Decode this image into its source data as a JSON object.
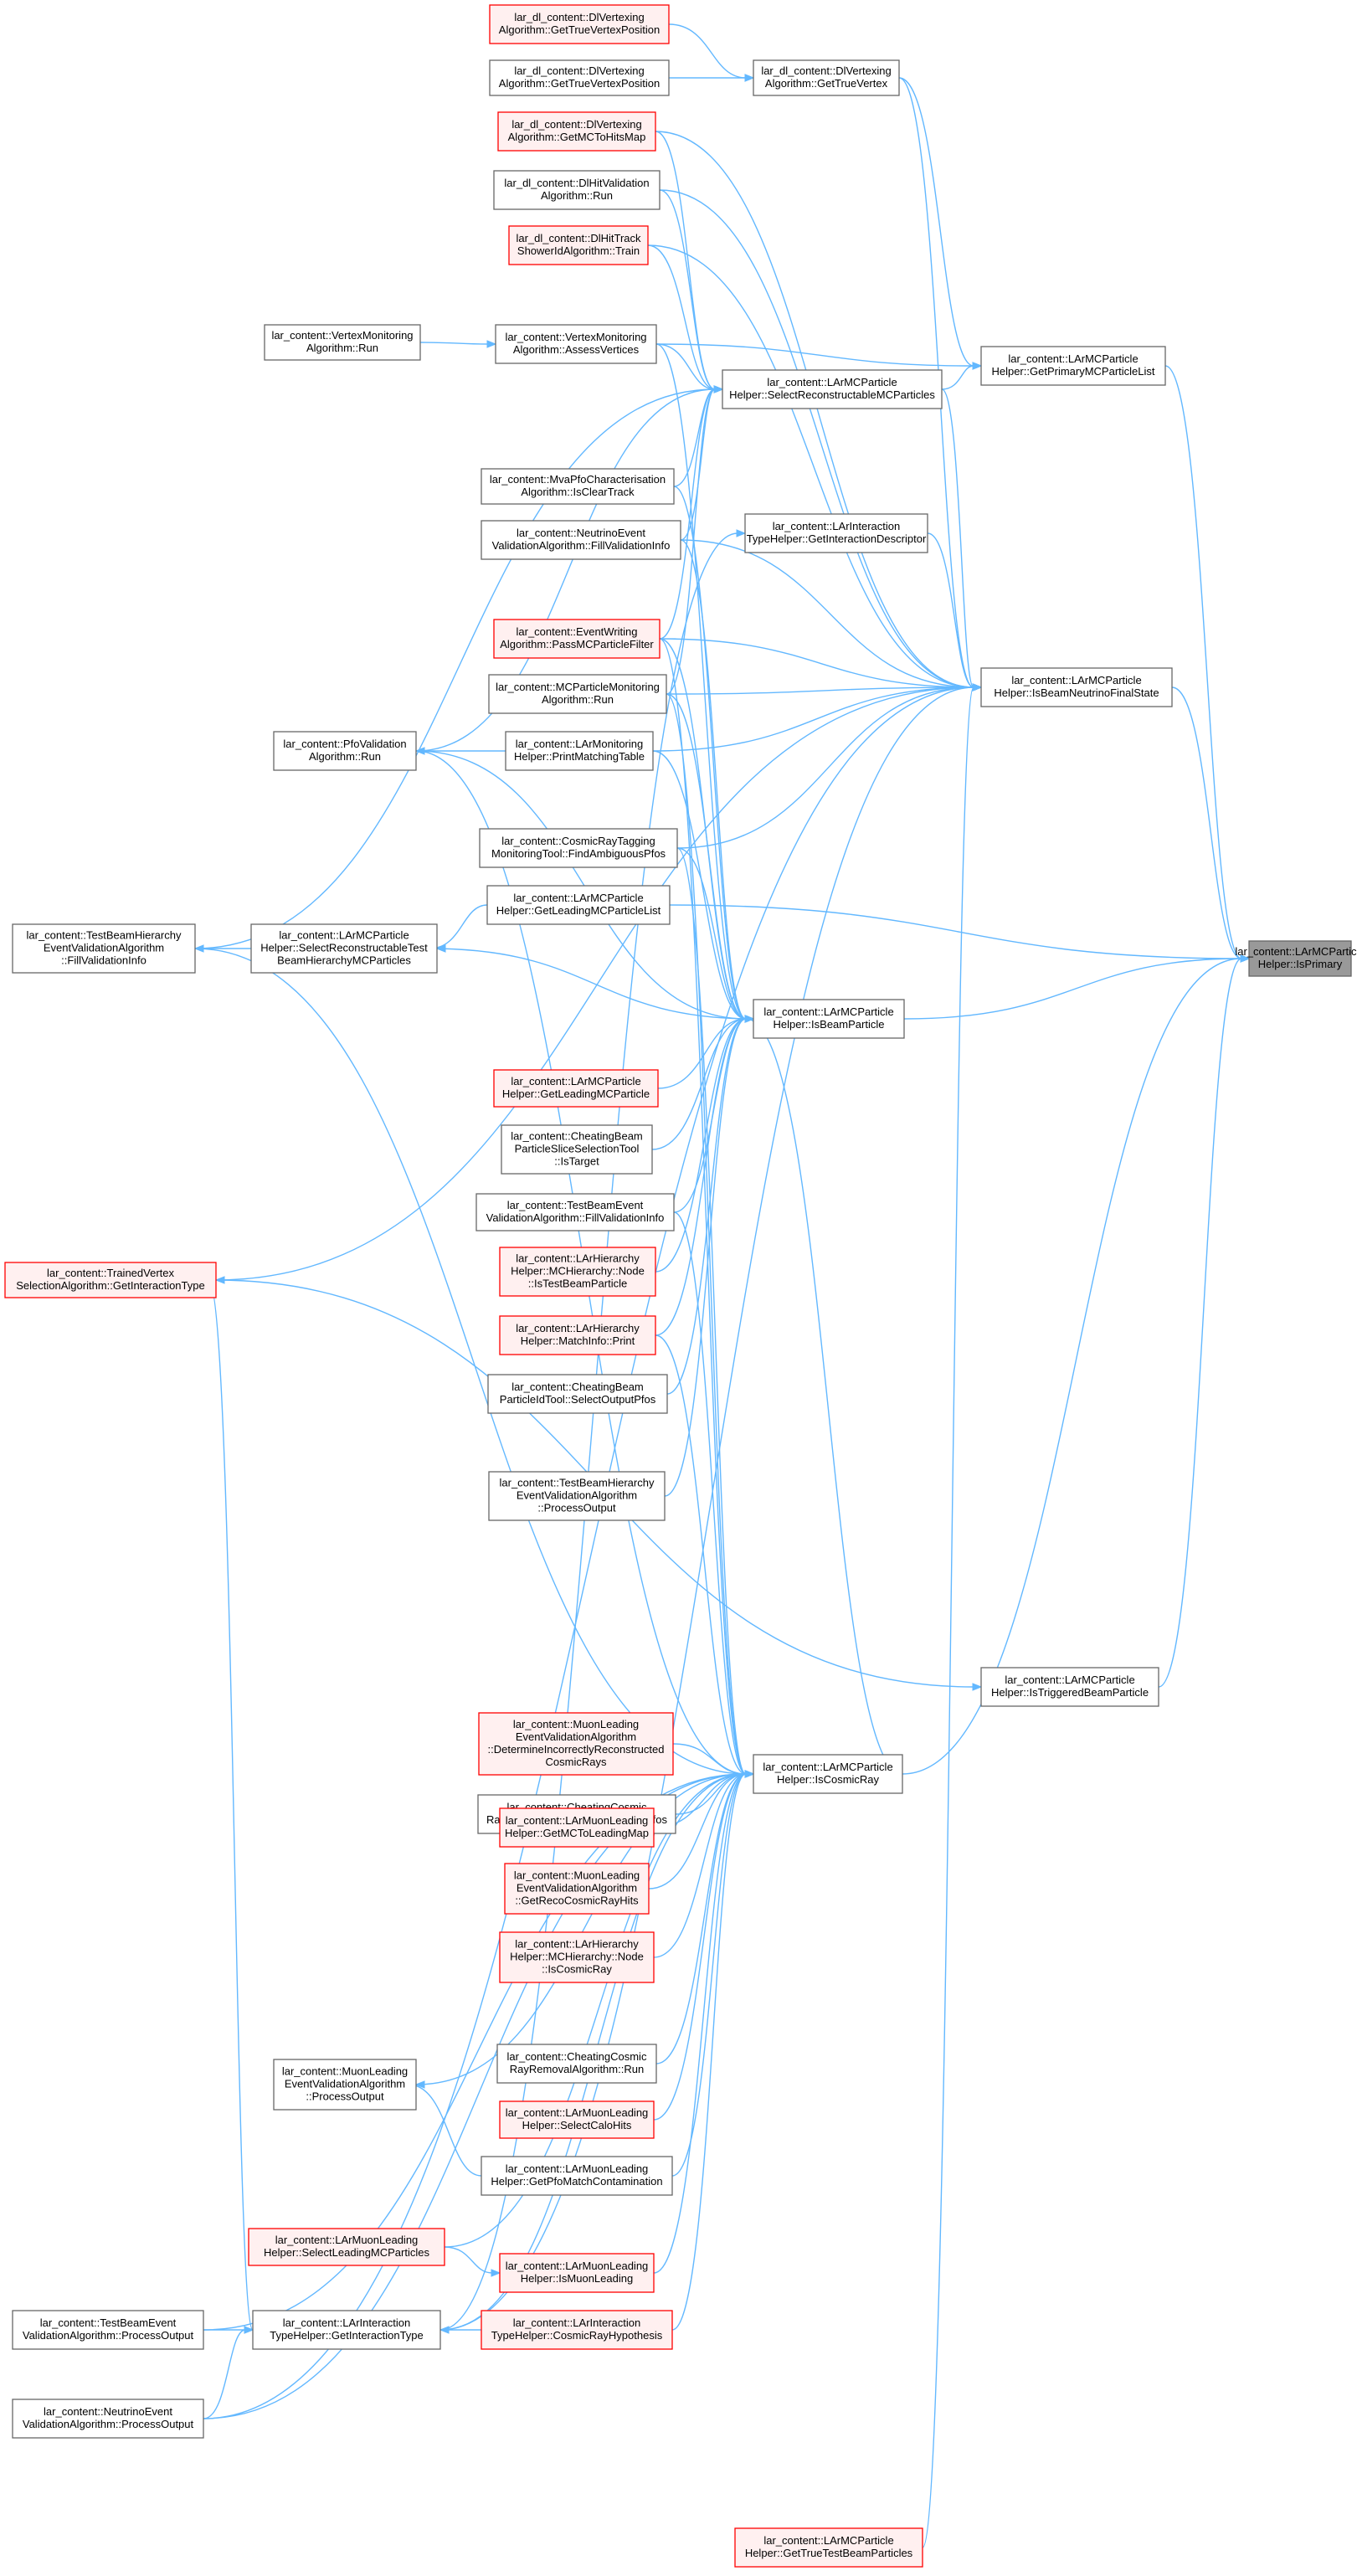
{
  "diagram": {
    "type": "call-graph",
    "colors": {
      "edge": "#63b8ff",
      "node_border": "#666666",
      "highlight_border": "#ff0000",
      "highlight_fill": "#fff0f0",
      "current_fill": "#999999"
    },
    "nodes": [
      {
        "id": "n1",
        "lines": [
          "lar_dl_content::DlVertexing",
          "Algorithm::GetTrueVertexPosition"
        ],
        "style": "red"
      },
      {
        "id": "n2",
        "lines": [
          "lar_dl_content::DlVertexing",
          "Algorithm::GetTrueVertexPosition"
        ],
        "style": "normal"
      },
      {
        "id": "n3",
        "lines": [
          "lar_dl_content::DlVertexing",
          "Algorithm::GetTrueVertex"
        ],
        "style": "normal"
      },
      {
        "id": "n4",
        "lines": [
          "lar_dl_content::DlVertexing",
          "Algorithm::GetMCToHitsMap"
        ],
        "style": "red"
      },
      {
        "id": "n5",
        "lines": [
          "lar_dl_content::DlHitValidation",
          "Algorithm::Run"
        ],
        "style": "normal"
      },
      {
        "id": "n6",
        "lines": [
          "lar_dl_content::DlHitTrack",
          "ShowerIdAlgorithm::Train"
        ],
        "style": "red"
      },
      {
        "id": "n7",
        "lines": [
          "lar_content::VertexMonitoring",
          "Algorithm::Run"
        ],
        "style": "normal"
      },
      {
        "id": "n8",
        "lines": [
          "lar_content::VertexMonitoring",
          "Algorithm::AssessVertices"
        ],
        "style": "normal"
      },
      {
        "id": "n9",
        "lines": [
          "lar_content::LArMCParticle",
          "Helper::GetPrimaryMCParticleList"
        ],
        "style": "normal"
      },
      {
        "id": "n10",
        "lines": [
          "lar_content::LArMCParticle",
          "Helper::SelectReconstructableMCParticles"
        ],
        "style": "normal"
      },
      {
        "id": "n11",
        "lines": [
          "lar_content::MvaPfoCharacterisation",
          "Algorithm::IsClearTrack"
        ],
        "style": "normal"
      },
      {
        "id": "n12",
        "lines": [
          "lar_content::LArInteraction",
          "TypeHelper::GetInteractionDescriptor"
        ],
        "style": "normal"
      },
      {
        "id": "n13",
        "lines": [
          "lar_content::NeutrinoEvent",
          "ValidationAlgorithm::FillValidationInfo"
        ],
        "style": "normal"
      },
      {
        "id": "n14",
        "lines": [
          "lar_content::EventWriting",
          "Algorithm::PassMCParticleFilter"
        ],
        "style": "red"
      },
      {
        "id": "n15",
        "lines": [
          "lar_content::LArMCParticle",
          "Helper::IsBeamNeutrinoFinalState"
        ],
        "style": "normal"
      },
      {
        "id": "n16",
        "lines": [
          "lar_content::MCParticleMonitoring",
          "Algorithm::Run"
        ],
        "style": "normal"
      },
      {
        "id": "n17",
        "lines": [
          "lar_content::PfoValidation",
          "Algorithm::Run"
        ],
        "style": "normal"
      },
      {
        "id": "n18",
        "lines": [
          "lar_content::LArMonitoring",
          "Helper::PrintMatchingTable"
        ],
        "style": "normal"
      },
      {
        "id": "n19",
        "lines": [
          "lar_content::CosmicRayTagging",
          "MonitoringTool::FindAmbiguousPfos"
        ],
        "style": "normal"
      },
      {
        "id": "n20",
        "lines": [
          "lar_content::LArMCParticle",
          "Helper::GetLeadingMCParticleList"
        ],
        "style": "normal"
      },
      {
        "id": "n21",
        "lines": [
          "lar_content::TestBeamHierarchy",
          "EventValidationAlgorithm",
          "::FillValidationInfo"
        ],
        "style": "normal"
      },
      {
        "id": "n22",
        "lines": [
          "lar_content::LArMCParticle",
          "Helper::SelectReconstructableTest",
          "BeamHierarchyMCParticles"
        ],
        "style": "normal"
      },
      {
        "id": "n23",
        "lines": [
          "lar_content::LArMCParticle",
          "Helper::IsPrimary"
        ],
        "style": "current"
      },
      {
        "id": "n24",
        "lines": [
          "lar_content::LArMCParticle",
          "Helper::IsBeamParticle"
        ],
        "style": "normal"
      },
      {
        "id": "n25",
        "lines": [
          "lar_content::LArMCParticle",
          "Helper::GetLeadingMCParticle"
        ],
        "style": "red"
      },
      {
        "id": "n26",
        "lines": [
          "lar_content::CheatingBeam",
          "ParticleSliceSelectionTool",
          "::IsTarget"
        ],
        "style": "normal"
      },
      {
        "id": "n27",
        "lines": [
          "lar_content::TestBeamEvent",
          "ValidationAlgorithm::FillValidationInfo"
        ],
        "style": "normal"
      },
      {
        "id": "n28",
        "lines": [
          "lar_content::LArHierarchy",
          "Helper::MCHierarchy::Node",
          "::IsTestBeamParticle"
        ],
        "style": "red"
      },
      {
        "id": "n29",
        "lines": [
          "lar_content::TrainedVertex",
          "SelectionAlgorithm::GetInteractionType"
        ],
        "style": "red"
      },
      {
        "id": "n30",
        "lines": [
          "lar_content::LArHierarchy",
          "Helper::MatchInfo::Print"
        ],
        "style": "red"
      },
      {
        "id": "n31",
        "lines": [
          "lar_content::CheatingBeam",
          "ParticleIdTool::SelectOutputPfos"
        ],
        "style": "normal"
      },
      {
        "id": "n32",
        "lines": [
          "lar_content::TestBeamHierarchy",
          "EventValidationAlgorithm",
          "::ProcessOutput"
        ],
        "style": "normal"
      },
      {
        "id": "n33",
        "lines": [
          "lar_content::LArMCParticle",
          "Helper::IsTriggeredBeamParticle"
        ],
        "style": "normal"
      },
      {
        "id": "n34",
        "lines": [
          "lar_content::MuonLeading",
          "EventValidationAlgorithm",
          "::DetermineIncorrectlyReconstructed",
          "CosmicRays"
        ],
        "style": "red"
      },
      {
        "id": "n35",
        "lines": [
          "lar_content::CheatingCosmic",
          "RayTaggingTool::FindAmbiguousPfos"
        ],
        "style": "normal"
      },
      {
        "id": "n36",
        "lines": [
          "lar_content::LArMCParticle",
          "Helper::IsCosmicRay"
        ],
        "style": "normal"
      },
      {
        "id": "n37",
        "lines": [
          "lar_content::LArMuonLeading",
          "Helper::GetMCToLeadingMap"
        ],
        "style": "red"
      },
      {
        "id": "n38",
        "lines": [
          "lar_content::MuonLeading",
          "EventValidationAlgorithm",
          "::GetRecoCosmicRayHits"
        ],
        "style": "red"
      },
      {
        "id": "n39",
        "lines": [
          "lar_content::LArHierarchy",
          "Helper::MCHierarchy::Node",
          "::IsCosmicRay"
        ],
        "style": "red"
      },
      {
        "id": "n40",
        "lines": [
          "lar_content::MuonLeading",
          "EventValidationAlgorithm",
          "::ProcessOutput"
        ],
        "style": "normal"
      },
      {
        "id": "n41",
        "lines": [
          "lar_content::CheatingCosmic",
          "RayRemovalAlgorithm::Run"
        ],
        "style": "normal"
      },
      {
        "id": "n42",
        "lines": [
          "lar_content::LArMuonLeading",
          "Helper::SelectCaloHits"
        ],
        "style": "red"
      },
      {
        "id": "n43",
        "lines": [
          "lar_content::LArMuonLeading",
          "Helper::GetPfoMatchContamination"
        ],
        "style": "normal"
      },
      {
        "id": "n44",
        "lines": [
          "lar_content::LArMuonLeading",
          "Helper::SelectLeadingMCParticles"
        ],
        "style": "red"
      },
      {
        "id": "n45",
        "lines": [
          "lar_content::LArMuonLeading",
          "Helper::IsMuonLeading"
        ],
        "style": "red"
      },
      {
        "id": "n46",
        "lines": [
          "lar_content::TestBeamEvent",
          "ValidationAlgorithm::ProcessOutput"
        ],
        "style": "normal"
      },
      {
        "id": "n47",
        "lines": [
          "lar_content::LArInteraction",
          "TypeHelper::GetInteractionType"
        ],
        "style": "normal"
      },
      {
        "id": "n48",
        "lines": [
          "lar_content::LArInteraction",
          "TypeHelper::CosmicRayHypothesis"
        ],
        "style": "red"
      },
      {
        "id": "n49",
        "lines": [
          "lar_content::NeutrinoEvent",
          "ValidationAlgorithm::ProcessOutput"
        ],
        "style": "normal"
      },
      {
        "id": "n50",
        "lines": [
          "lar_content::LArMCParticle",
          "Helper::GetTrueTestBeamParticles"
        ],
        "style": "red"
      }
    ],
    "edges": [
      [
        "n15",
        "n23"
      ],
      [
        "n24",
        "n23"
      ],
      [
        "n36",
        "n23"
      ],
      [
        "n9",
        "n23"
      ],
      [
        "n20",
        "n23"
      ],
      [
        "n33",
        "n23"
      ],
      [
        "n3",
        "n9"
      ],
      [
        "n8",
        "n9"
      ],
      [
        "n10",
        "n9"
      ],
      [
        "n1",
        "n3"
      ],
      [
        "n2",
        "n3"
      ],
      [
        "n7",
        "n8"
      ],
      [
        "n4",
        "n10"
      ],
      [
        "n5",
        "n10"
      ],
      [
        "n6",
        "n10"
      ],
      [
        "n8",
        "n10"
      ],
      [
        "n11",
        "n10"
      ],
      [
        "n13",
        "n10"
      ],
      [
        "n14",
        "n10"
      ],
      [
        "n16",
        "n10"
      ],
      [
        "n17",
        "n10"
      ],
      [
        "n21",
        "n10"
      ],
      [
        "n10",
        "n15"
      ],
      [
        "n12",
        "n15"
      ],
      [
        "n13",
        "n15"
      ],
      [
        "n14",
        "n15"
      ],
      [
        "n16",
        "n15"
      ],
      [
        "n18",
        "n15"
      ],
      [
        "n19",
        "n15"
      ],
      [
        "n4",
        "n15"
      ],
      [
        "n5",
        "n15"
      ],
      [
        "n6",
        "n15"
      ],
      [
        "n29",
        "n15"
      ],
      [
        "n47",
        "n15"
      ],
      [
        "n49",
        "n15"
      ],
      [
        "n3",
        "n15"
      ],
      [
        "n18",
        "n17"
      ],
      [
        "n22",
        "n21"
      ],
      [
        "n20",
        "n22"
      ],
      [
        "n24",
        "n22"
      ],
      [
        "n25",
        "n24"
      ],
      [
        "n26",
        "n24"
      ],
      [
        "n27",
        "n24"
      ],
      [
        "n28",
        "n24"
      ],
      [
        "n30",
        "n24"
      ],
      [
        "n31",
        "n24"
      ],
      [
        "n32",
        "n24"
      ],
      [
        "n11",
        "n24"
      ],
      [
        "n13",
        "n24"
      ],
      [
        "n14",
        "n24"
      ],
      [
        "n16",
        "n24"
      ],
      [
        "n17",
        "n24"
      ],
      [
        "n19",
        "n24"
      ],
      [
        "n18",
        "n24"
      ],
      [
        "n8",
        "n24"
      ],
      [
        "n36",
        "n24"
      ],
      [
        "n34",
        "n36"
      ],
      [
        "n35",
        "n36"
      ],
      [
        "n37",
        "n36"
      ],
      [
        "n38",
        "n36"
      ],
      [
        "n39",
        "n36"
      ],
      [
        "n40",
        "n36"
      ],
      [
        "n41",
        "n36"
      ],
      [
        "n42",
        "n36"
      ],
      [
        "n43",
        "n36"
      ],
      [
        "n44",
        "n36"
      ],
      [
        "n45",
        "n36"
      ],
      [
        "n46",
        "n36"
      ],
      [
        "n47",
        "n36"
      ],
      [
        "n48",
        "n36"
      ],
      [
        "n16",
        "n36"
      ],
      [
        "n19",
        "n36"
      ],
      [
        "n14",
        "n36"
      ],
      [
        "n17",
        "n36"
      ],
      [
        "n21",
        "n36"
      ],
      [
        "n27",
        "n36"
      ],
      [
        "n30",
        "n36"
      ],
      [
        "n49",
        "n36"
      ],
      [
        "n29",
        "n33"
      ],
      [
        "n50",
        "n15"
      ],
      [
        "n44",
        "n45"
      ],
      [
        "n48",
        "n47"
      ],
      [
        "n46",
        "n47"
      ],
      [
        "n49",
        "n47"
      ],
      [
        "n47",
        "n12"
      ],
      [
        "n43",
        "n40"
      ],
      [
        "n47",
        "n29"
      ]
    ]
  }
}
